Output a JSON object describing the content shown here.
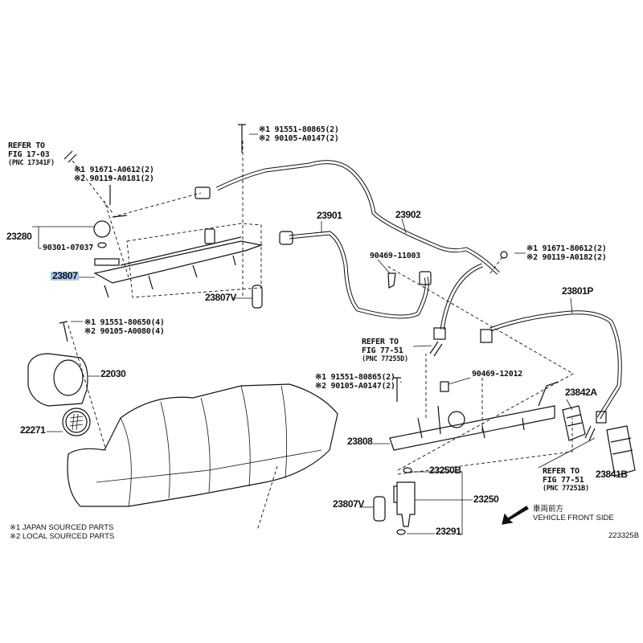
{
  "highlight_color": "#a9c9f2",
  "refs": {
    "fig17": {
      "l1": "REFER TO",
      "l2": "FIG 17-03",
      "l3": "(PNC 17341F)"
    },
    "fig77a": {
      "l1": "REFER TO",
      "l2": "FIG 77-51",
      "l3": "(PNC 77255D)"
    },
    "fig77b": {
      "l1": "REFER TO",
      "l2": "FIG 77-51",
      "l3": "(PNC 77251B)"
    }
  },
  "bolts": {
    "b1": {
      "l1": "※1 91671-A0612(2)",
      "l2": "※2 90119-A0181(2)"
    },
    "b2": {
      "l1": "※1 91551-80865(2)",
      "l2": "※2 90105-A0147(2)"
    },
    "b3": {
      "l1": "※1 91671-80612(2)",
      "l2": "※2 90119-A0182(2)"
    },
    "b4": {
      "l1": "※1 91551-80865(2)",
      "l2": "※2 90105-A0147(2)"
    },
    "b5": {
      "l1": "※1 91551-80650(4)",
      "l2": "※2 90105-A0080(4)"
    }
  },
  "parts": {
    "p23280": "23280",
    "p90301": "90301-07037",
    "p23807": "23807",
    "p23807v_a": "23807V",
    "p23901": "23901",
    "p23902": "23902",
    "p90469a": "90469-11003",
    "p23801p": "23801P",
    "p90469b": "90469-12012",
    "p23842a": "23842A",
    "p23808": "23808",
    "p23250b": "23250B",
    "p23250": "23250",
    "p23807v_b": "23807V",
    "p23291": "23291",
    "p23841b": "23841B",
    "p22030": "22030",
    "p22271": "22271"
  },
  "direction": {
    "jp": "車両前方",
    "en": "VEHICLE FRONT SIDE"
  },
  "legend": {
    "l1": "※1 JAPAN SOURCED PARTS",
    "l2": "※2 LOCAL SOURCED PARTS"
  },
  "figure_id": "223325B"
}
